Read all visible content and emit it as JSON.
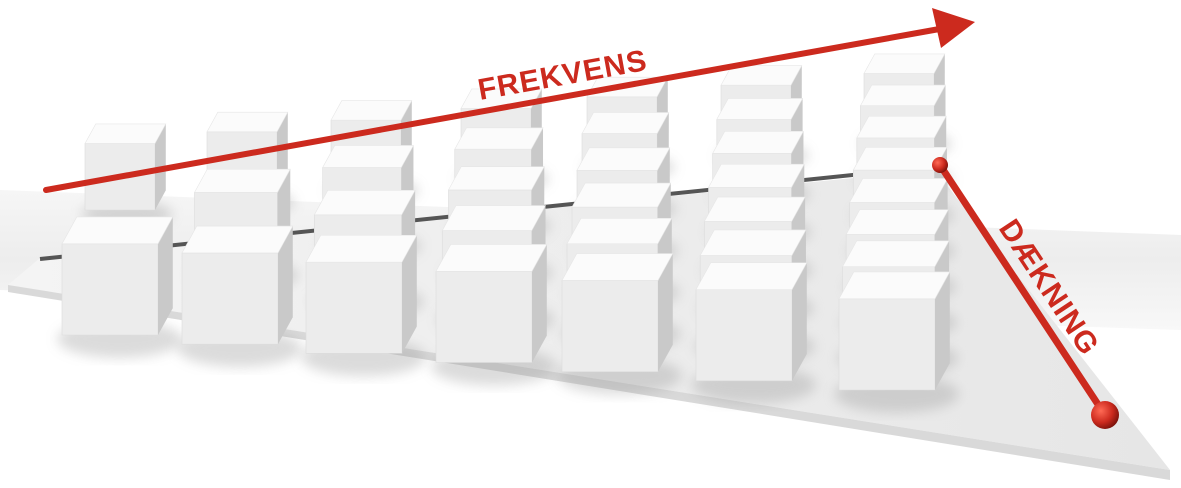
{
  "labels": {
    "frequency": "FREKVENS",
    "coverage": "DÆKNING"
  },
  "colors": {
    "arrow": "#cc2a1e",
    "arrow_dark": "#8e160f",
    "cube_top": "#fbfbfb",
    "cube_front": "#ececec",
    "cube_side": "#c9c9c9",
    "platform": "#efefef",
    "band": "#f1f1f1",
    "rod": "#555555"
  },
  "columns": [
    {
      "cubes": 2
    },
    {
      "cubes": 3
    },
    {
      "cubes": 4
    },
    {
      "cubes": 5
    },
    {
      "cubes": 6
    },
    {
      "cubes": 7
    },
    {
      "cubes": 8
    }
  ]
}
